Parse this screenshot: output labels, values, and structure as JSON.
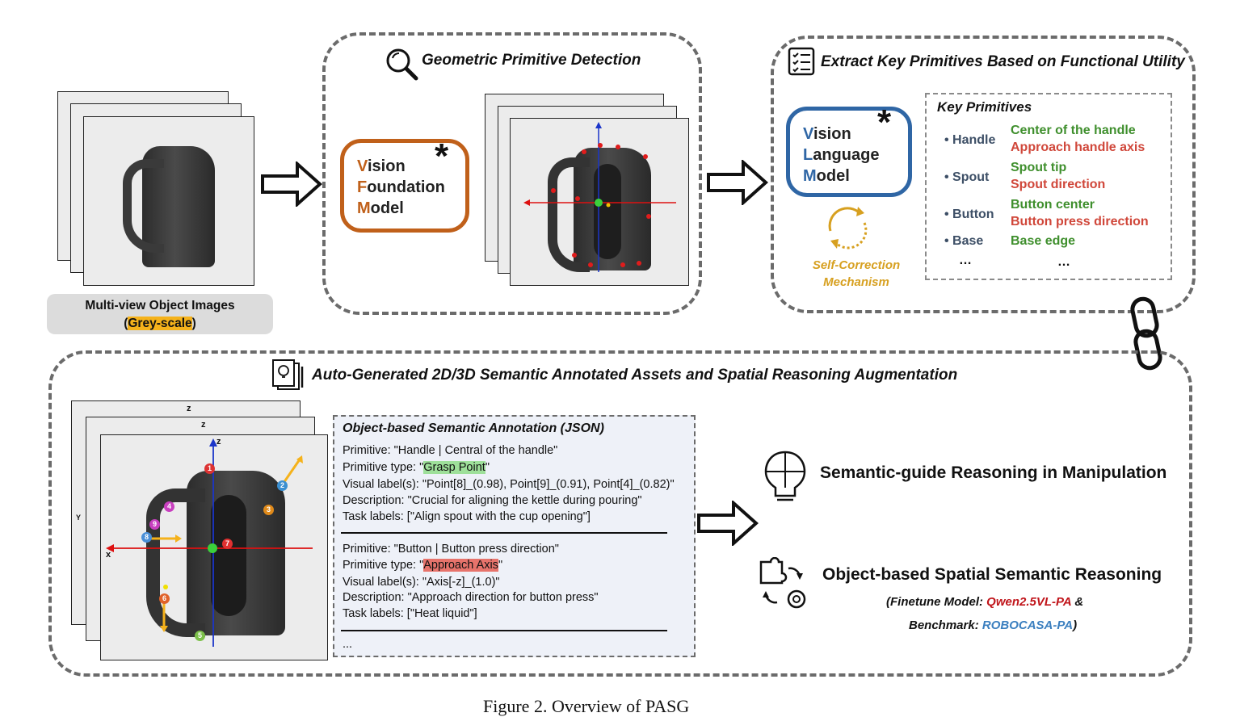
{
  "inputs": {
    "caption_line1": "Multi-view Object Images",
    "caption_open": "(",
    "caption_highlight": "Grey-scale",
    "caption_close": ")"
  },
  "detection": {
    "title": "Geometric Primitive Detection",
    "model_initials": [
      "V",
      "F",
      "M"
    ],
    "model_rest": [
      "ision",
      "oundation",
      "odel"
    ],
    "star": "*"
  },
  "extract": {
    "title": "Extract Key Primitives Based on Functional Utility",
    "model_initials": [
      "V",
      "L",
      "M"
    ],
    "model_rest": [
      "ision",
      "anguage",
      "odel"
    ],
    "star": "*",
    "self_correction": [
      "Self-Correction",
      "Mechanism"
    ],
    "key_primitives_title": "Key Primitives",
    "primitives": [
      {
        "part": "• Handle",
        "items": [
          "Center of the handle",
          "Approach handle axis"
        ]
      },
      {
        "part": "• Spout",
        "items": [
          "Spout tip",
          "Spout direction"
        ]
      },
      {
        "part": "• Button",
        "items": [
          "Button center",
          "Button press direction"
        ]
      },
      {
        "part": "• Base",
        "items": [
          "Base edge"
        ]
      },
      {
        "part": "…",
        "items": [
          "…"
        ]
      }
    ]
  },
  "bottom": {
    "title": "Auto-Generated 2D/3D Semantic Annotated Assets and Spatial Reasoning Augmentation",
    "axis_labels": {
      "z": "z",
      "x": "x",
      "y": "Y"
    },
    "point_labels": [
      "1",
      "2",
      "3",
      "4",
      "5",
      "6",
      "7",
      "8",
      "9"
    ],
    "json": {
      "title": "Object-based Semantic Annotation (JSON)",
      "block1": {
        "primitive": "Primitive: \"Handle | Central of the handle\"",
        "type_prefix": "Primitive type: \"",
        "type_value": "Grasp Point",
        "type_suffix": "\"",
        "visual": "Visual label(s): \"Point[8]_(0.98), Point[9]_(0.91), Point[4]_(0.82)\"",
        "description": "Description: \"Crucial for aligning the kettle during pouring\"",
        "tasks": "Task labels: [\"Align spout with the cup opening\"]"
      },
      "block2": {
        "primitive": "Primitive: \"Button | Button press direction\"",
        "type_prefix": "Primitive type: \"",
        "type_value": "Approach Axis",
        "type_suffix": "\"",
        "visual": "Visual label(s): \"Axis[-z]_(1.0)\"",
        "description": "Description: \"Approach direction for button press\"",
        "tasks": "Task labels: [\"Heat liquid\"]"
      },
      "ellipsis": "..."
    },
    "output1": "Semantic-guide Reasoning in Manipulation",
    "output2": "Object-based Spatial Semantic Reasoning",
    "finetune_prefix": "(Finetune Model: ",
    "finetune_model": "Qwen2.5VL-PA",
    "finetune_suffix": " &",
    "benchmark_prefix": "Benchmark: ",
    "benchmark_name": "ROBOCASA-PA",
    "benchmark_suffix": ")"
  },
  "caption": "Figure 2. Overview of PASG",
  "colors": {
    "foundation_border": "#c0601a",
    "language_border": "#2f66a5",
    "self_correction": "#d7a020",
    "grey_scale_highlight": "#f5b21b",
    "finetune_model": "#c0141a",
    "benchmark": "#3b7fbf"
  }
}
